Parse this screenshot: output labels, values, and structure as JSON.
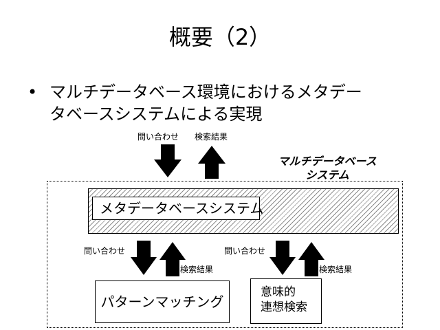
{
  "title": "概要（2）",
  "bullet": {
    "symbol": "•",
    "line1": "マルチデータベース環境におけるメタデー",
    "line2": "タベースシステムによる実現"
  },
  "top_labels": {
    "query": "問い合わせ",
    "result": "検索結果"
  },
  "system_label": {
    "line1": "マルチデータベース",
    "line2": "システム"
  },
  "meta_system": "メタデータベースシステム",
  "left_labels": {
    "query": "問い合わせ",
    "result": "検索結果"
  },
  "right_labels": {
    "query": "問い合わせ",
    "result": "検索結果"
  },
  "pattern_matching": "パターンマッチング",
  "semantic_search": {
    "line1": "意味的",
    "line2": "連想検索"
  },
  "colors": {
    "arrow": "#000000",
    "hatch": "#8c8c8c",
    "background": "#ffffff"
  }
}
